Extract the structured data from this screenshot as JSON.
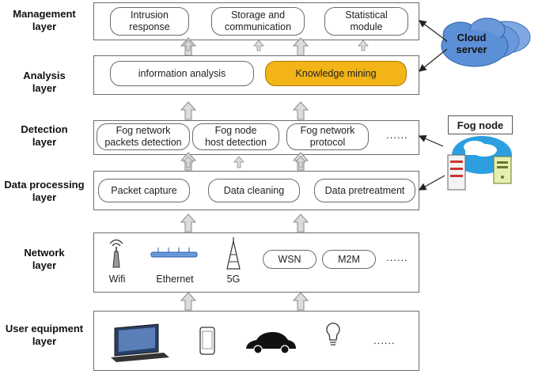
{
  "layers": [
    {
      "id": "management",
      "label": "Management\nlayer",
      "items": [
        "Intrusion\nresponse",
        "Storage and\ncommunication",
        "Statistical\nmodule"
      ]
    },
    {
      "id": "analysis",
      "label": "Analysis\nlayer",
      "items": [
        "information analysis",
        "Knowledge mining"
      ]
    },
    {
      "id": "detection",
      "label": "Detection\nlayer",
      "items": [
        "Fog network\npackets detection",
        "Fog node\nhost detection",
        "Fog network\nprotocol"
      ],
      "ellipsis": "......"
    },
    {
      "id": "data_processing",
      "label": "Data processing\nlayer",
      "items": [
        "Packet capture",
        "Data cleaning",
        "Data pretreatment"
      ]
    },
    {
      "id": "network",
      "label": "Network\nlayer",
      "devices": [
        "Wifi",
        "Ethernet",
        "5G"
      ],
      "items": [
        "WSN",
        "M2M"
      ],
      "ellipsis": "......"
    },
    {
      "id": "user_equipment",
      "label": "User equipment\nlayer",
      "devices": [
        "desktop-computer-icon",
        "smartphone-icon",
        "car-icon",
        "lightbulb-icon"
      ],
      "ellipsis": "......"
    }
  ],
  "cloud_server": {
    "label": "Cloud\nserver"
  },
  "fog_node": {
    "label": "Fog node"
  },
  "colors": {
    "highlight": "#f2b416",
    "cloud": "#5b8fd6",
    "arrow": "#bdbdbd",
    "border": "#6d6d6d"
  }
}
